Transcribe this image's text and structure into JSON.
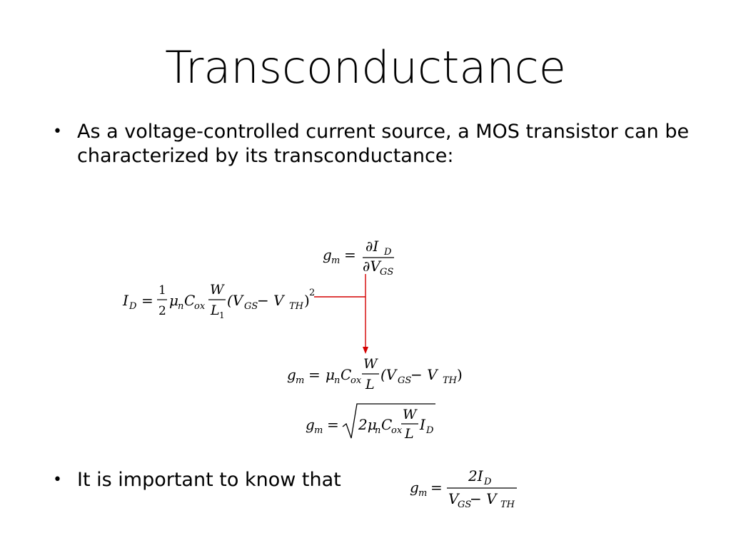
{
  "slide": {
    "title": "Transconductance",
    "bullet_symbol": "•",
    "bullets": [
      "As a voltage-controlled current source, a MOS transistor can be characterized by its transconductance:",
      "It is important to know that"
    ]
  },
  "equations": {
    "gm_def": {
      "lhs": "g",
      "lhs_sub": "m",
      "num": "∂I",
      "num_sub": "D",
      "den": "∂V",
      "den_sub": "GS"
    },
    "id_eq": {
      "lhs": "I",
      "lhs_sub": "D",
      "half_num": "1",
      "half_den": "2",
      "mu": "μ",
      "mu_sub": "n",
      "cox": "C",
      "cox_sub": "ox",
      "w": "W",
      "l": "L",
      "l_sub": "1",
      "paren": "(V",
      "gs": "GS",
      "minus": " − V",
      "th": "TH",
      "close": ")",
      "exp": "2"
    },
    "gm_1": {
      "lhs": "g",
      "lhs_sub": "m",
      "mu": "μ",
      "mu_sub": "n",
      "cox": "C",
      "cox_sub": "ox",
      "w": "W",
      "l": "L",
      "paren": "(V",
      "gs": "GS",
      "minus": " − V",
      "th": "TH",
      "close": ")"
    },
    "gm_2": {
      "lhs": "g",
      "lhs_sub": "m",
      "two_mu": "2μ",
      "mu_sub": "n",
      "cox": "C",
      "cox_sub": "ox",
      "w": "W",
      "l": "L",
      "id": "I",
      "id_sub": "D"
    },
    "gm_3": {
      "lhs": "g",
      "lhs_sub": "m",
      "num": "2I",
      "num_sub": "D",
      "den_v1": "V",
      "den_gs": "GS",
      "den_minus": " − V",
      "den_th": "TH"
    }
  },
  "colors": {
    "arrow": "#d40000",
    "text": "#000000",
    "background": "#ffffff"
  }
}
